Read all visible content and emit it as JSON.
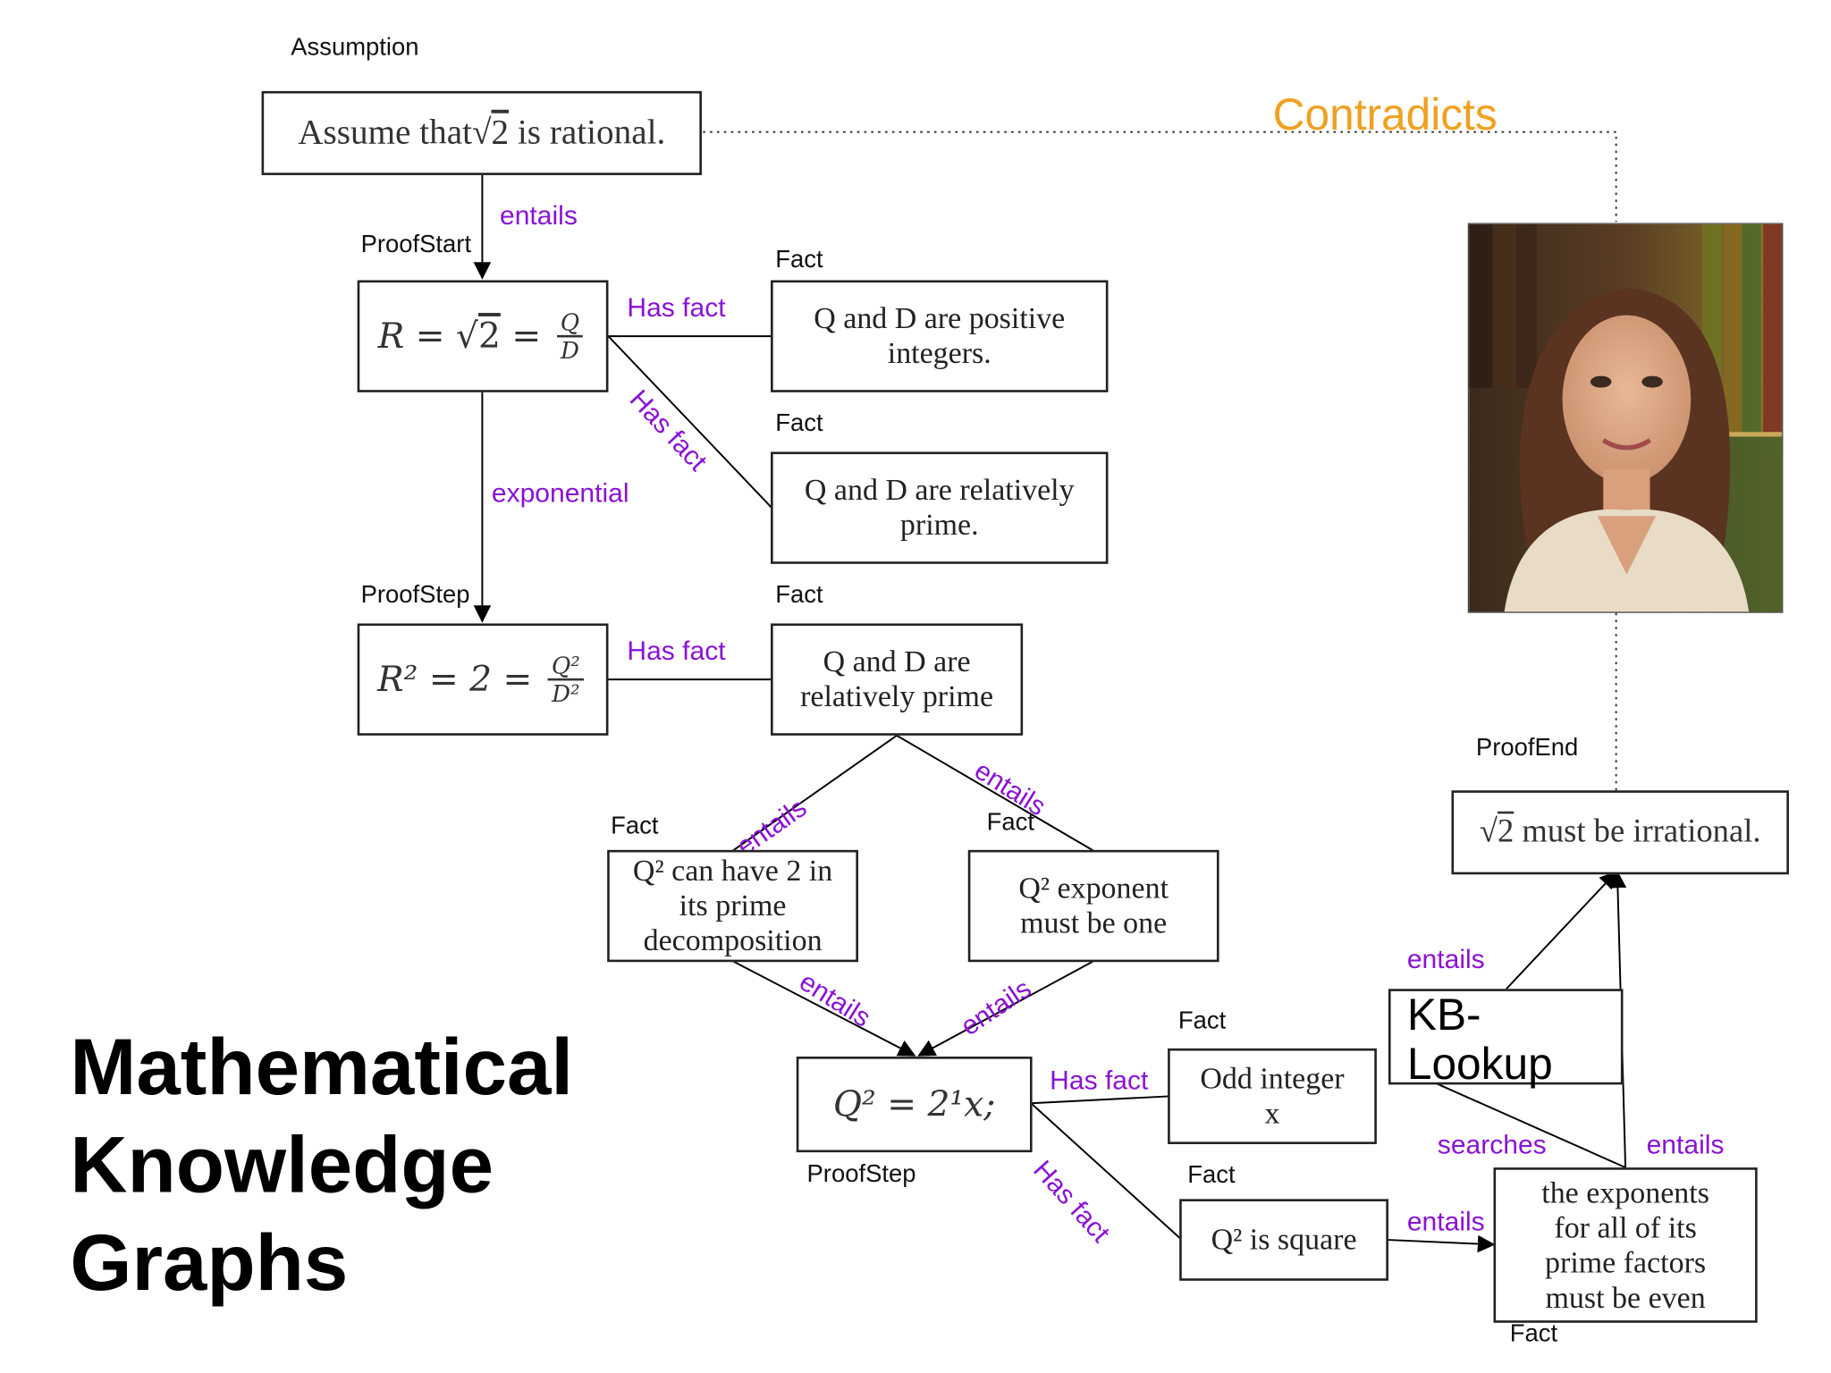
{
  "title": [
    "Mathematical",
    "Knowledge",
    "Graphs"
  ],
  "colors": {
    "edge_label": "#8a12d6",
    "contradicts": "#f0a020",
    "text": "#111111"
  },
  "node_types": {
    "assumption": "Assumption",
    "proof_start": "ProofStart",
    "proof_step_1": "ProofStep",
    "proof_step_2": "ProofStep",
    "proof_end": "ProofEnd",
    "fact_1": "Fact",
    "fact_2": "Fact",
    "fact_3": "Fact",
    "fact_4": "Fact",
    "fact_5": "Fact",
    "fact_6": "Fact",
    "fact_7": "Fact",
    "fact_8": "Fact"
  },
  "nodes": {
    "assumption": {
      "prefix": "Assume that ",
      "sqrt": "2",
      "suffix": " is rational."
    },
    "proof_start": {
      "lhs": "R = ",
      "sqrt": "2",
      "eq": " = ",
      "num": "Q",
      "den": "D"
    },
    "fact_pos": {
      "line1": "Q and D are positive",
      "line2": "integers."
    },
    "fact_rel": {
      "line1": "Q and D are relatively",
      "line2": "prime."
    },
    "proof_step_1": {
      "lhs": "R² = 2 = ",
      "num": "Q²",
      "den": "D²"
    },
    "fact_rel2": {
      "line1": "Q and D are",
      "line2": "relatively prime"
    },
    "fact_q2_two": {
      "line1": "Q² can have 2 in",
      "line2": "its prime",
      "line3": "decomposition"
    },
    "fact_q2_exp": {
      "line1": "Q² exponent",
      "line2": "must be one"
    },
    "proof_step_2": {
      "expr": "Q² = 2¹x;"
    },
    "fact_odd": {
      "line1": "Odd integer",
      "line2": "x"
    },
    "fact_square": {
      "line1": "Q² is square"
    },
    "fact_even": {
      "line1": "the exponents",
      "line2": "for all of its",
      "line3": "prime factors",
      "line4": "must be even"
    },
    "proof_end": {
      "sqrt": "2",
      "suffix": " must be irrational."
    },
    "kb_lookup": {
      "line1": "KB-",
      "line2": "Lookup"
    }
  },
  "edges": {
    "entails_1": "entails",
    "has_fact_1": "Has fact",
    "has_fact_2": "Has fact",
    "exponential": "exponential",
    "has_fact_3": "Has fact",
    "entails_2": "entails",
    "entails_3": "entails",
    "entails_4": "entails",
    "entails_5": "entails",
    "has_fact_4": "Has fact",
    "has_fact_5": "Has fact",
    "entails_6": "entails",
    "entails_7": "entails",
    "searches": "searches",
    "entails_8": "entails",
    "contradicts": "Contradicts"
  }
}
